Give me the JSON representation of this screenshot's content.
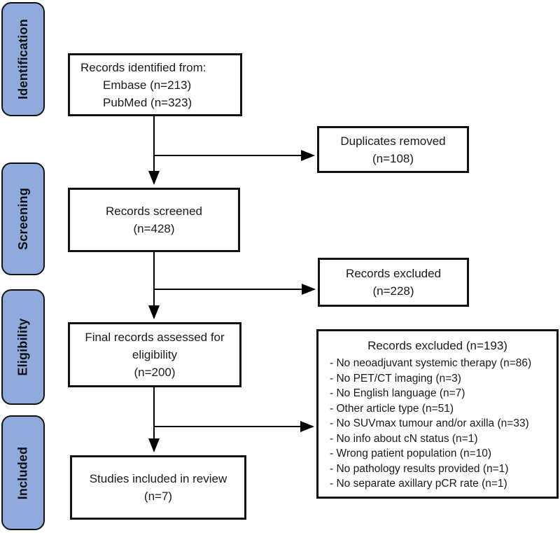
{
  "figure": {
    "type": "prisma-flow-diagram"
  },
  "colors": {
    "stage_fill": "#8FAADC",
    "stage_border": "#111111",
    "box_border": "#111111",
    "arrow": "#000000",
    "background": "#FFFFFF"
  },
  "stages": [
    {
      "label": "Identification"
    },
    {
      "label": "Screening"
    },
    {
      "label": "Eligibility"
    },
    {
      "label": "Included"
    }
  ],
  "boxes": {
    "identified": {
      "line1": "Records identified from:",
      "line2": "Embase (n=213)",
      "line3": "PubMed (n=323)"
    },
    "duplicates": {
      "line1": "Duplicates removed",
      "line2": "(n=108)"
    },
    "screened": {
      "line1": "Records screened",
      "line2": "(n=428)"
    },
    "excluded_screening": {
      "line1": "Records excluded",
      "line2": "(n=228)"
    },
    "eligibility": {
      "line1": "Final records assessed for",
      "line2": "eligibility",
      "line3": "(n=200)"
    },
    "excluded_eligibility": {
      "title": "Records excluded (n=193)",
      "items": [
        "- No neoadjuvant systemic therapy (n=86)",
        "- No PET/CT imaging (n=3)",
        "- No English language (n=7)",
        "- Other article type (n=51)",
        "- No SUVmax tumour and/or axilla (n=33)",
        "- No info about cN status (n=1)",
        "- Wrong patient population (n=10)",
        "- No pathology results provided (n=1)",
        "- No separate axillary pCR rate (n=1)"
      ]
    },
    "included": {
      "line1": "Studies included in review",
      "line2": "(n=7)"
    }
  }
}
